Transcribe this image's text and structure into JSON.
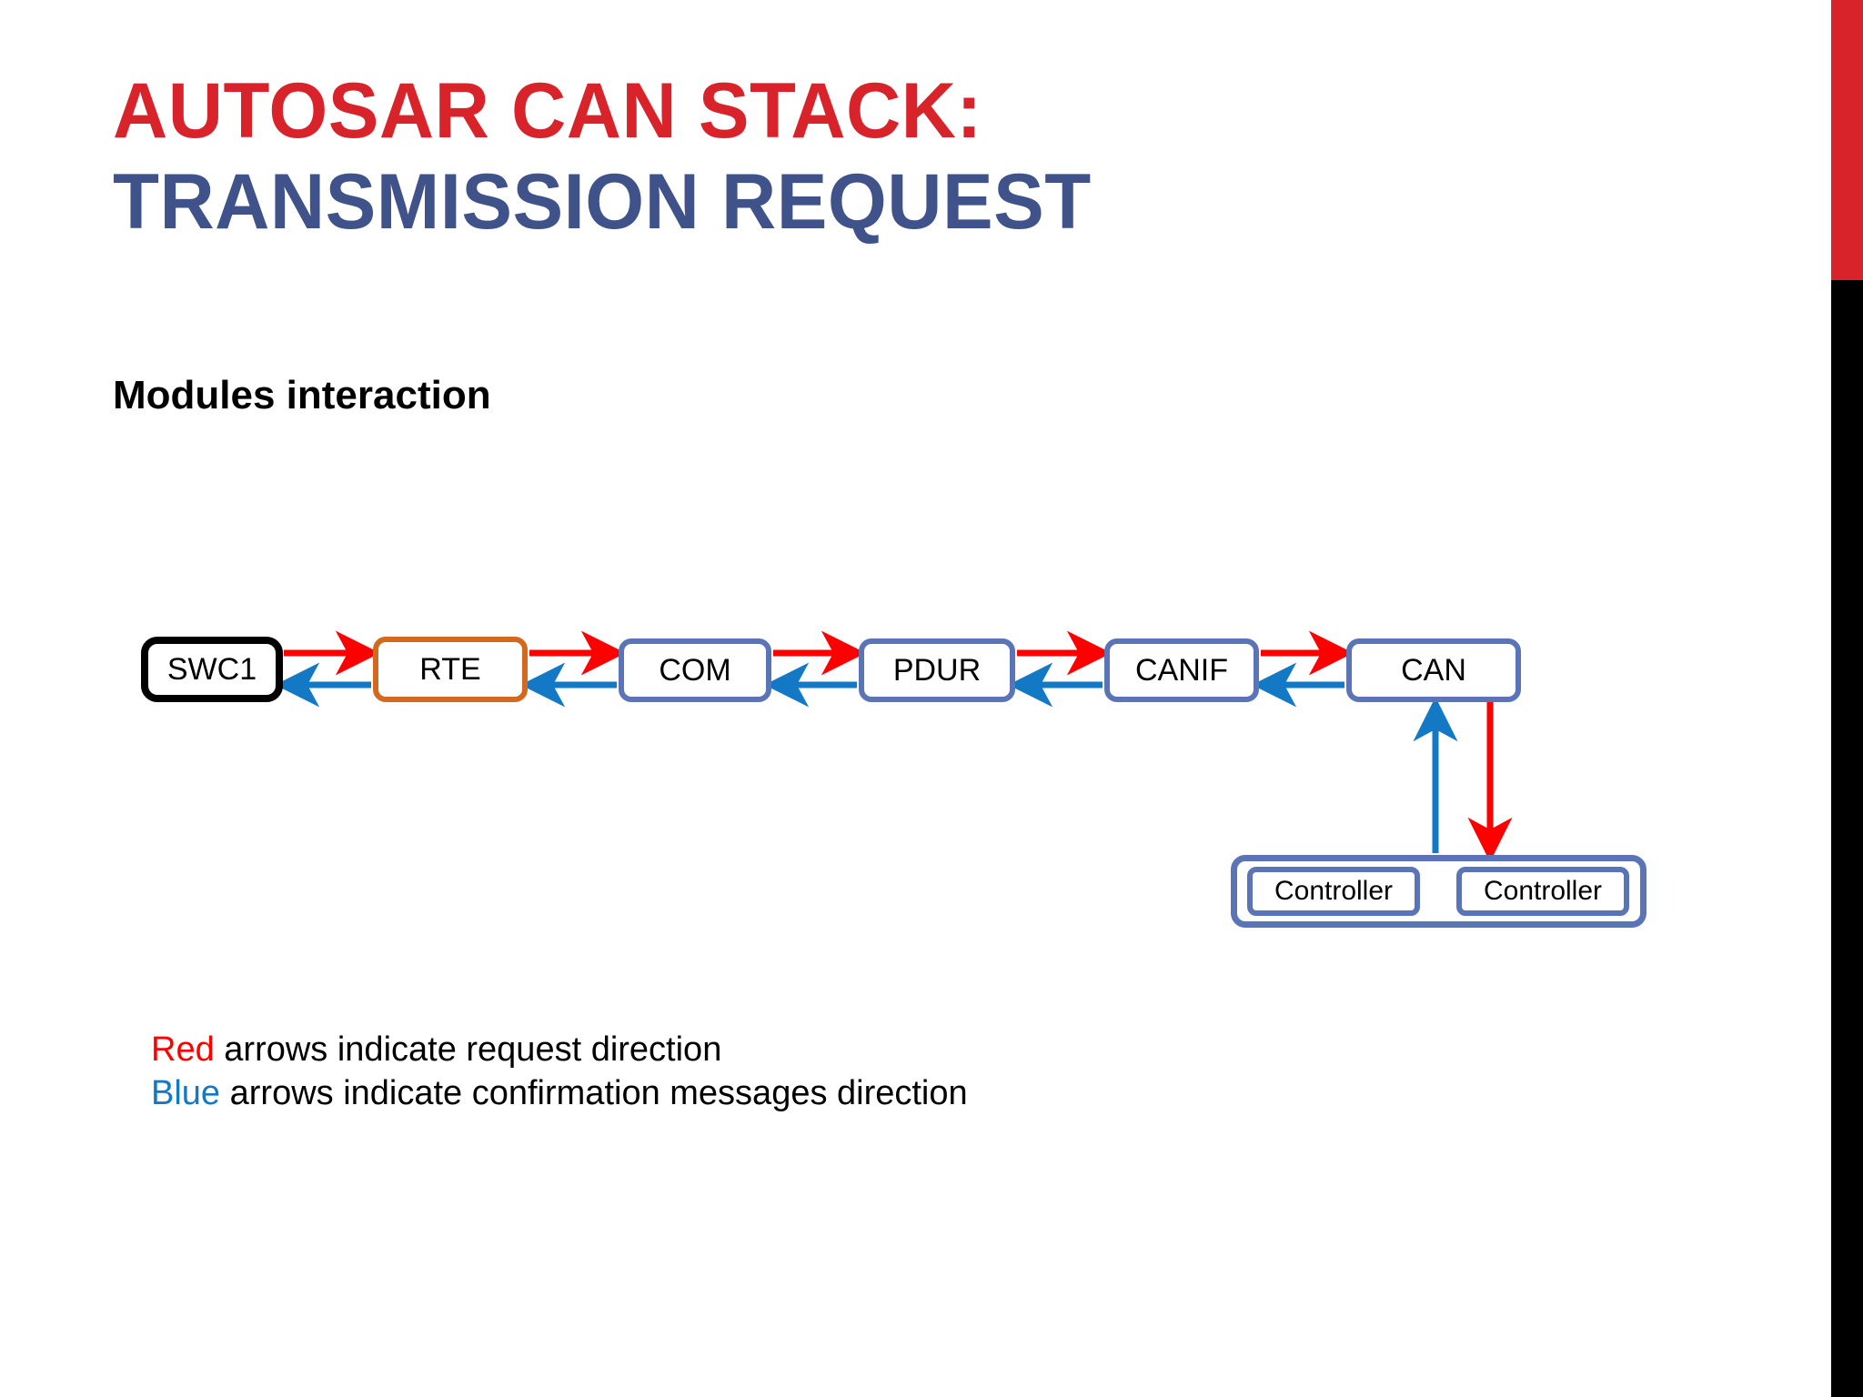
{
  "slide": {
    "title_line_1": "AUTOSAR CAN STACK:",
    "title_line_2": "TRANSMISSION REQUEST",
    "subtitle": "Modules interaction"
  },
  "colors": {
    "title_red": "#D8232A",
    "title_blue": "#3F5289",
    "request_arrow": "#FF0000",
    "confirm_arrow": "#1379C4",
    "box_border_blue": "#5B74B8",
    "box_border_orange": "#D2691E",
    "box_border_black": "#000000",
    "edge_bar_red": "#D8232A",
    "edge_bar_black": "#000000"
  },
  "diagram": {
    "nodes": [
      {
        "id": "swc1",
        "label": "SWC1",
        "border": "black"
      },
      {
        "id": "rte",
        "label": "RTE",
        "border": "orange"
      },
      {
        "id": "com",
        "label": "COM",
        "border": "blue"
      },
      {
        "id": "pdur",
        "label": "PDUR",
        "border": "blue"
      },
      {
        "id": "canif",
        "label": "CANIF",
        "border": "blue"
      },
      {
        "id": "can",
        "label": "CAN",
        "border": "blue"
      }
    ],
    "controllers": [
      {
        "id": "controller-left",
        "label": "Controller"
      },
      {
        "id": "controller-right",
        "label": "Controller"
      }
    ],
    "edges": [
      {
        "from": "swc1",
        "to": "rte",
        "type": "request"
      },
      {
        "from": "rte",
        "to": "swc1",
        "type": "confirmation"
      },
      {
        "from": "rte",
        "to": "com",
        "type": "request"
      },
      {
        "from": "com",
        "to": "rte",
        "type": "confirmation"
      },
      {
        "from": "com",
        "to": "pdur",
        "type": "request"
      },
      {
        "from": "pdur",
        "to": "com",
        "type": "confirmation"
      },
      {
        "from": "pdur",
        "to": "canif",
        "type": "request"
      },
      {
        "from": "canif",
        "to": "pdur",
        "type": "confirmation"
      },
      {
        "from": "canif",
        "to": "can",
        "type": "request"
      },
      {
        "from": "can",
        "to": "canif",
        "type": "confirmation"
      },
      {
        "from": "can",
        "to": "controller-right",
        "type": "request"
      },
      {
        "from": "controller-left",
        "to": "can",
        "type": "confirmation"
      }
    ]
  },
  "legend": {
    "line1_keyword": "Red",
    "line1_text": " arrows indicate request direction",
    "line2_keyword": "Blue",
    "line2_text": " arrows indicate confirmation messages direction"
  }
}
